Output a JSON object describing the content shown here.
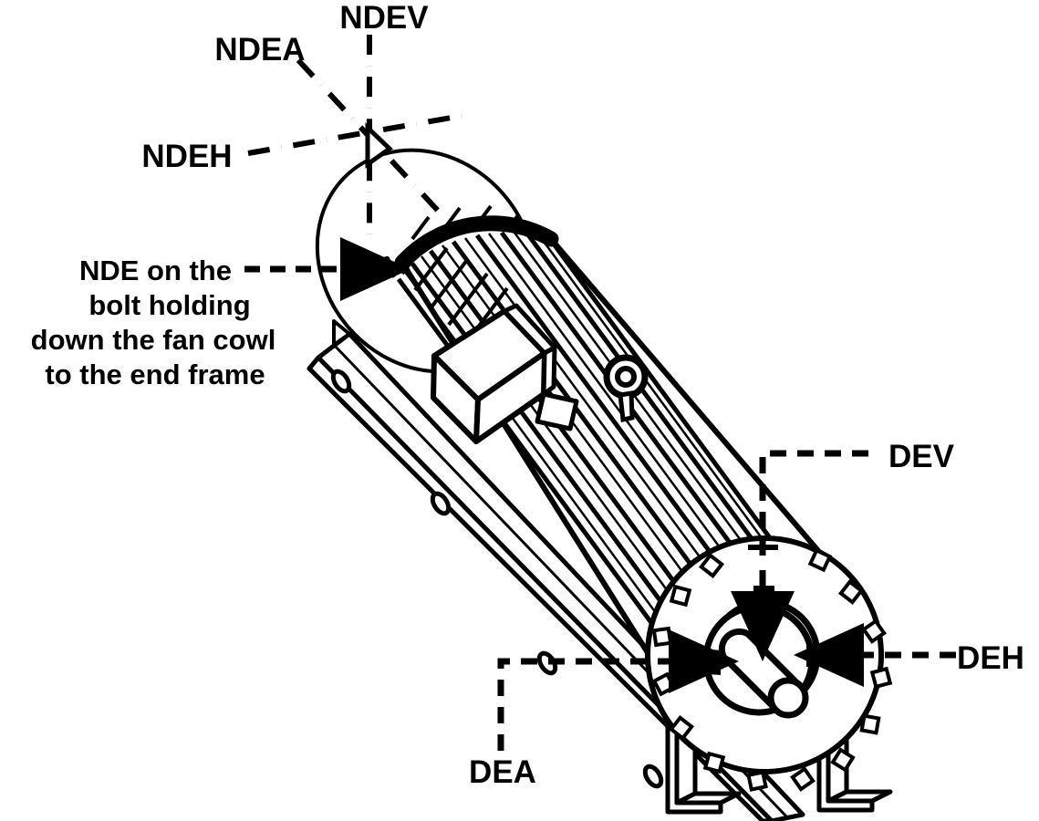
{
  "diagram": {
    "title": "Electric motor vibration measurement point locations",
    "subject": "TEFC electric motor on base rails, isometric view",
    "stroke_color": "#000000",
    "background_color": "#ffffff",
    "labels": {
      "ndev": "NDEV",
      "ndea": "NDEA",
      "ndeh": "NDEH",
      "dev": "DEV",
      "deh": "DEH",
      "dea": "DEA"
    },
    "note": {
      "line1": "NDE on the",
      "line2": "bolt holding",
      "line3": "down the fan cowl",
      "line4": "to the end frame"
    },
    "measurement_points": [
      {
        "id": "ndev",
        "label": "NDEV",
        "end": "non-drive-end",
        "direction": "vertical",
        "leader_style": "dash-dot"
      },
      {
        "id": "ndea",
        "label": "NDEA",
        "end": "non-drive-end",
        "direction": "axial",
        "leader_style": "dash-dot"
      },
      {
        "id": "ndeh",
        "label": "NDEH",
        "end": "non-drive-end",
        "direction": "horizontal",
        "leader_style": "dash-dot"
      },
      {
        "id": "dev",
        "label": "DEV",
        "end": "drive-end",
        "direction": "vertical",
        "leader_style": "dashed-arrow"
      },
      {
        "id": "deh",
        "label": "DEH",
        "end": "drive-end",
        "direction": "horizontal",
        "leader_style": "dashed-arrow"
      },
      {
        "id": "dea",
        "label": "DEA",
        "end": "drive-end",
        "direction": "axial",
        "leader_style": "dashed-arrow"
      }
    ],
    "parts": [
      "fan-cowl",
      "cooling-fins",
      "terminal-box",
      "lifting-eye",
      "drive-end-plate",
      "bearing-housing",
      "output-shaft",
      "base-rail",
      "support-feet",
      "nde-bolt-marker"
    ]
  }
}
